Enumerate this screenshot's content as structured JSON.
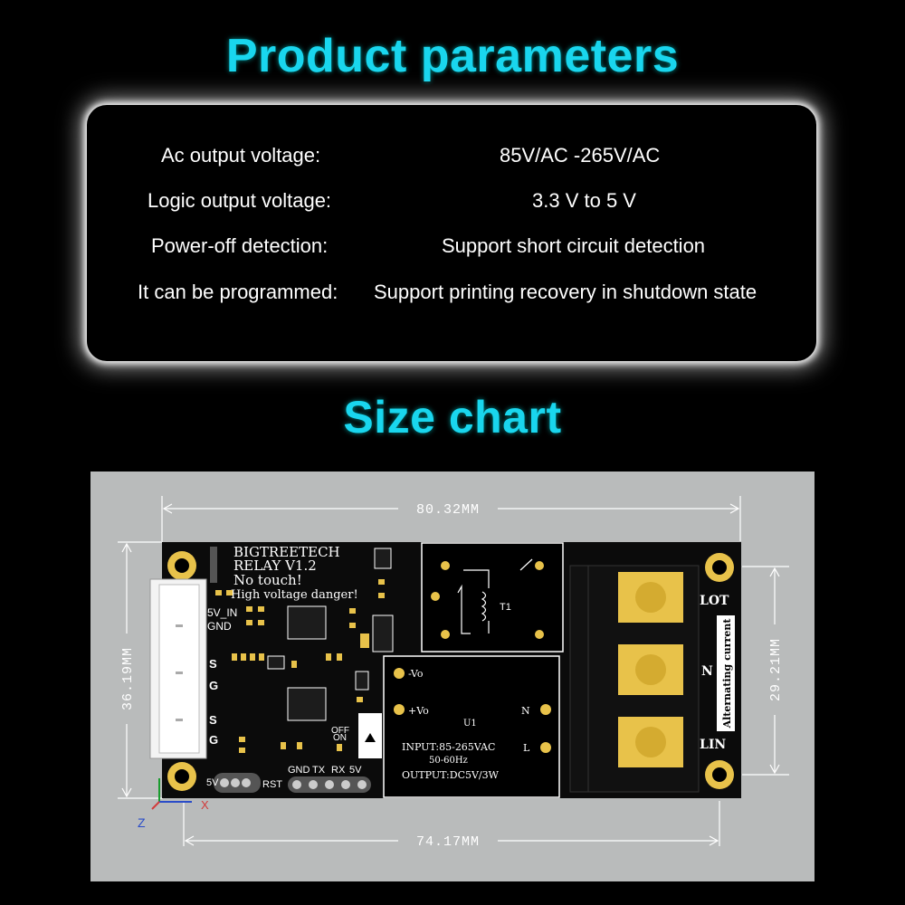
{
  "headings": {
    "product_parameters": "Product parameters",
    "size_chart": "Size chart"
  },
  "parameters": [
    {
      "label": "Ac output voltage:",
      "value": "85V/AC -265V/AC"
    },
    {
      "label": "Logic output voltage:",
      "value": "3.3 V to 5 V"
    },
    {
      "label": "Power-off detection:",
      "value": "Support short circuit detection"
    },
    {
      "label": "It can be programmed:",
      "value": "Support printing recovery in shutdown state"
    }
  ],
  "dimensions": {
    "top_width": "80.32MM",
    "bottom_width": "74.17MM",
    "left_height": "36.19MM",
    "right_height": "29.21MM"
  },
  "board": {
    "brand": "BIGTREETECH",
    "model": "RELAY V1.2",
    "warning_1": "No touch!",
    "warning_2": "High voltage danger!",
    "psu_input": "INPUT:85-265VAC",
    "psu_freq": "50-60Hz",
    "psu_output": "OUTPUT:DC5V/3W",
    "psu_ref": "U1",
    "psu_neg": "-Vo",
    "psu_pos": "+Vo",
    "psu_n": "N",
    "psu_l": "L",
    "transformer_ref": "T1",
    "terminal_lot": "LOT",
    "terminal_n": "N",
    "terminal_lin": "LIN",
    "terminal_side": "Alternating current",
    "pin_5v_in": "5V_IN",
    "pin_gnd": "GND",
    "pin_s1": "S",
    "pin_g1": "G",
    "pin_s2": "S",
    "pin_g2": "G",
    "hdr_gnd": "GND",
    "hdr_tx": "TX",
    "hdr_rx": "RX",
    "hdr_5v": "5V",
    "hdr_rst": "RST",
    "hdr_5v_left": "5V",
    "led_on": "ON",
    "led_off": "OFF",
    "axis_z": "Z",
    "axis_x": "X"
  },
  "colors": {
    "heading": "#19d6ee",
    "pcb": "#0b0b0b",
    "gold_pad": "#e8c24a",
    "background_plate": "#b9bbbb"
  }
}
